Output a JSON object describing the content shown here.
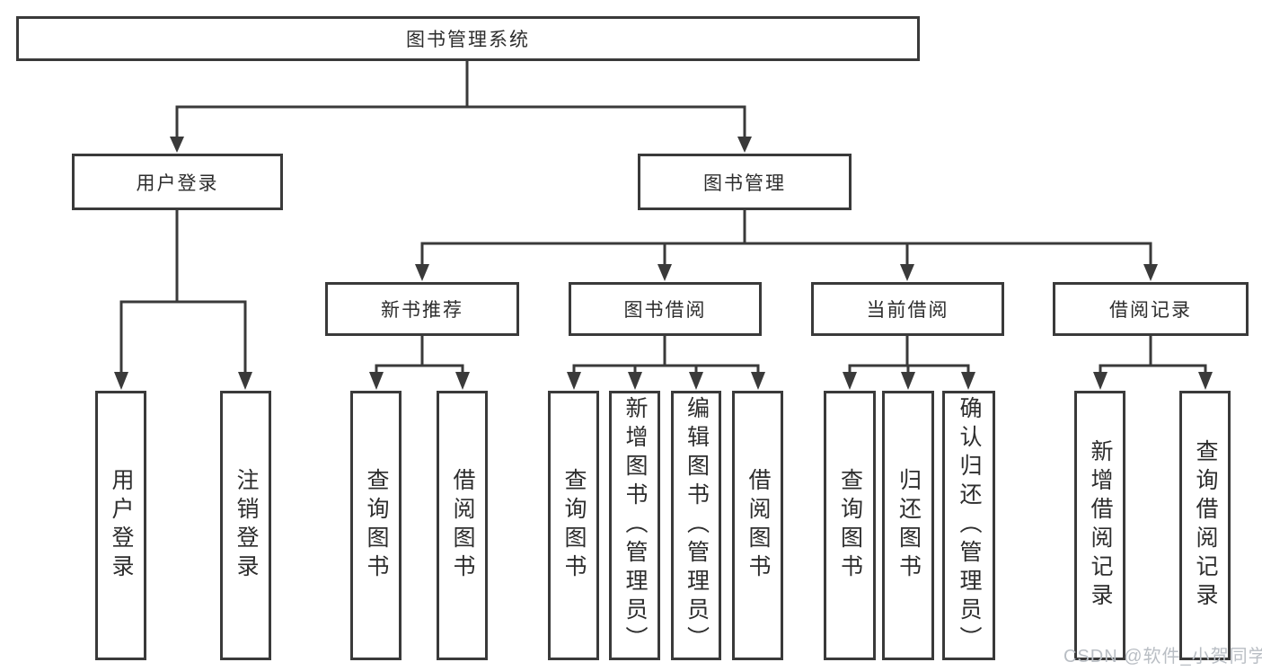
{
  "diagram": {
    "title": "图书管理系统",
    "modules": [
      {
        "label": "用户登录",
        "features": [
          "用户登录",
          "注销登录"
        ]
      },
      {
        "label": "图书管理",
        "submodules": [
          {
            "label": "新书推荐",
            "features": [
              "查询图书",
              "借阅图书"
            ]
          },
          {
            "label": "图书借阅",
            "features": [
              "查询图书",
              "新增图书（管理员）",
              "编辑图书（管理员）",
              "借阅图书"
            ]
          },
          {
            "label": "当前借阅",
            "features": [
              "查询图书",
              "归还图书",
              "确认归还（管理员）"
            ]
          },
          {
            "label": "借阅记录",
            "features": [
              "新增借阅记录",
              "查询借阅记录"
            ]
          }
        ]
      }
    ]
  },
  "watermark": "CSDN @软件_小贺同学",
  "colors": {
    "line": "#3a3a3a",
    "text": "#2d2d2d",
    "watermark": "#b9bec4",
    "background": "#ffffff"
  }
}
